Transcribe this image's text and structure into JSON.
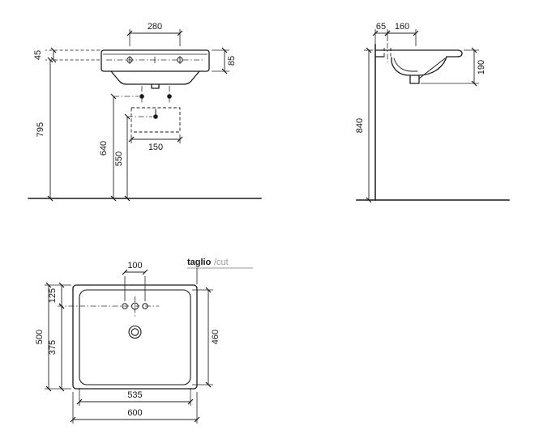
{
  "colors": {
    "line": "#1a1a1a",
    "muted": "#9a9a9a",
    "background": "#ffffff"
  },
  "front_view": {
    "dim_hole_spacing": "280",
    "dim_top_to_holes": "45",
    "dim_rim_height": "85",
    "dim_floor_to_holes": "795",
    "dim_floor_to_fixings": "640",
    "dim_floor_to_drain": "550",
    "dim_fixing_box_width": "150"
  },
  "side_view": {
    "dim_wall_to_hole": "65",
    "dim_hole_to_drain": "160",
    "dim_basin_height": "190",
    "dim_floor_to_top": "840"
  },
  "plan_view": {
    "dim_hole_spacing": "100",
    "cut_label_primary": "taglio",
    "cut_label_secondary": "/cut",
    "dim_back_to_holes": "125",
    "dim_depth": "500",
    "dim_holes_to_front": "375",
    "dim_inner_depth": "460",
    "dim_inner_width": "535",
    "dim_width": "600"
  }
}
